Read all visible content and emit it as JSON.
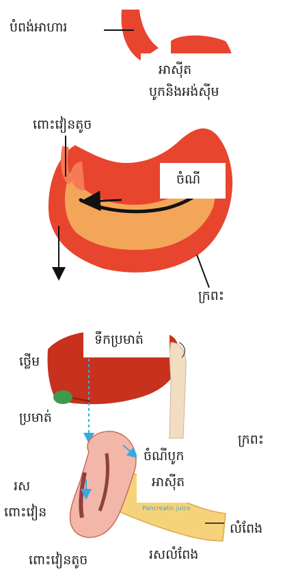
{
  "top_diagram": {
    "labels": {
      "esophagus": "បំពង់អាហារ",
      "acid_line1": "អាស៊ីត",
      "acid_line2": "បូកនិងអង់ស៊ីម",
      "small_intestine": "ពោះវៀនតូច",
      "food": "ចំណី",
      "stomach": "ក្រពះ"
    }
  },
  "bottom_diagram": {
    "labels": {
      "bile": "ទឹកប្រមាត់",
      "liver": "ថ្លើម",
      "gallbladder": "ប្រមាត់",
      "stomach": "ក្រពះ",
      "food_plus_line1": "ចំណីបូក",
      "food_plus_line2": "អាស៊ីត",
      "intestinal_juice_line1": "រស",
      "intestinal_juice_line2": "ពោះវៀន",
      "pancreas": "លំពែង",
      "small_intestine": "ពោះវៀនតូច",
      "pancreatic_juice": "រសលំពែង",
      "pancreatic_juice_inset": "Pancreatic juice"
    }
  },
  "colors": {
    "organ_red": "#e8452f",
    "organ_light": "#f57a57",
    "stomach_inner": "#f3a65a",
    "pancreas_yellow": "#f6d37a",
    "liver_red": "#c8311d",
    "gallbladder_green": "#3c9a4c",
    "esophagus_tan": "#f2dcc2",
    "arrow_blue": "#37a9e0"
  }
}
